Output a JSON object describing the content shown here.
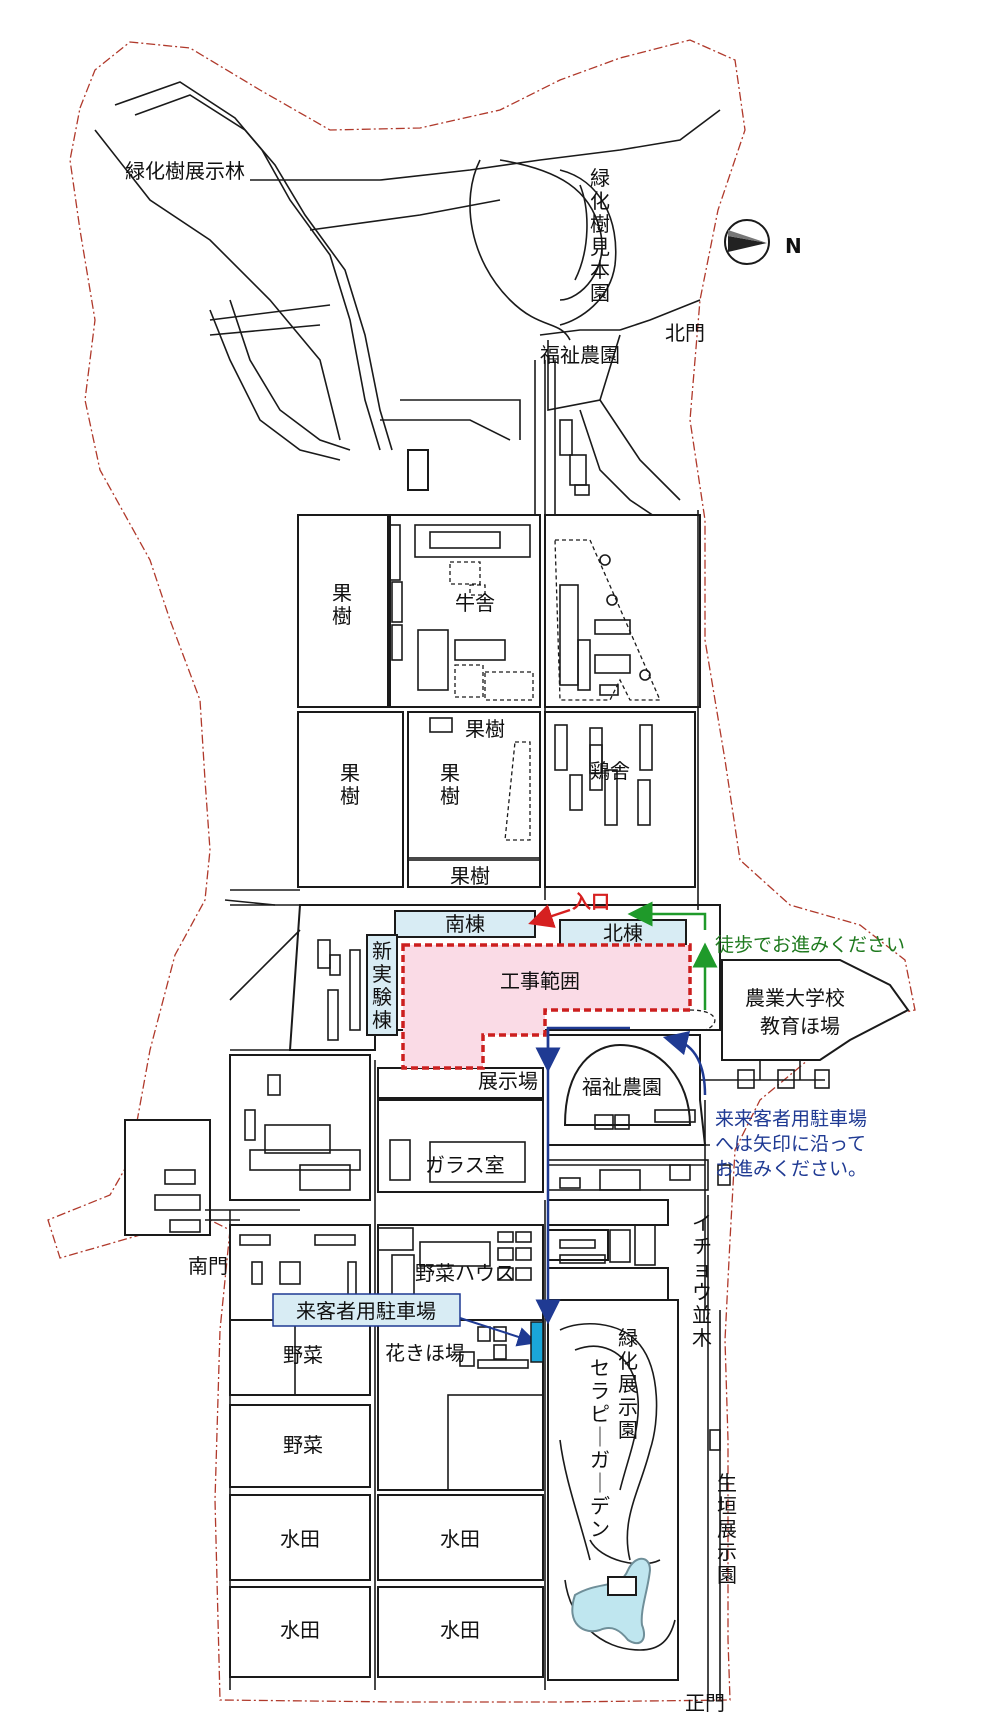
{
  "compass": {
    "label": "N"
  },
  "areas": {
    "ryokka_tenji_rin": "緑化樹展示林",
    "ryokka_mihon_en": "緑化樹見本園",
    "kita_mon": "北門",
    "fukushi_noen_top": "福祉農園",
    "gyusha": "牛舎",
    "kaju_1": "果樹",
    "kaju_2": "果樹",
    "kaju_3": "果樹",
    "kaju_4": "果樹",
    "kaju_5": "果樹",
    "keisha": "鶏舎",
    "minami_to": "南棟",
    "kita_to": "北棟",
    "shin_jikken_to": "新実験棟",
    "koji_hani": "工事範囲",
    "nogyo_daigakko": "農業大学校",
    "kyoiku_hojo": "教育ほ場",
    "tenjijo": "展示場",
    "fukushi_noen": "福祉農園",
    "garasu_shitsu": "ガラス室",
    "yasai_house": "野菜ハウス",
    "minami_mon": "南門",
    "hanaki_hojo": "花きほ場",
    "yasai_1": "野菜",
    "yasai_2": "野菜",
    "suiden_1": "水田",
    "suiden_2": "水田",
    "suiden_3": "水田",
    "suiden_4": "水田",
    "ryokka_tenjien": "緑化展示園",
    "therapy_garden": "セラピーガーデン",
    "icho_namiki": "イチョウ並木",
    "ikegaki_tenjien": "生垣展示園",
    "sei_mon": "正門"
  },
  "notes": {
    "entrance": "入口",
    "walk": "徒歩でお進みください",
    "parking_line1": "来来客者用駐車場",
    "parking_line2": "へは矢印に沿って",
    "parking_line3": "お進みください。",
    "parking_box": "来客者用駐車場"
  },
  "colors": {
    "construction_fill": "#fadbe6",
    "construction_stroke": "#cc1f1f",
    "building_fill": "#d8ecf4",
    "walk_arrow": "#1f9a2a",
    "car_arrow": "#1f3a93",
    "entrance_arrow": "#d62020",
    "parking_marker": "#1aa6d9",
    "pond": "#bfe6ef",
    "boundary": "#b0392b"
  }
}
